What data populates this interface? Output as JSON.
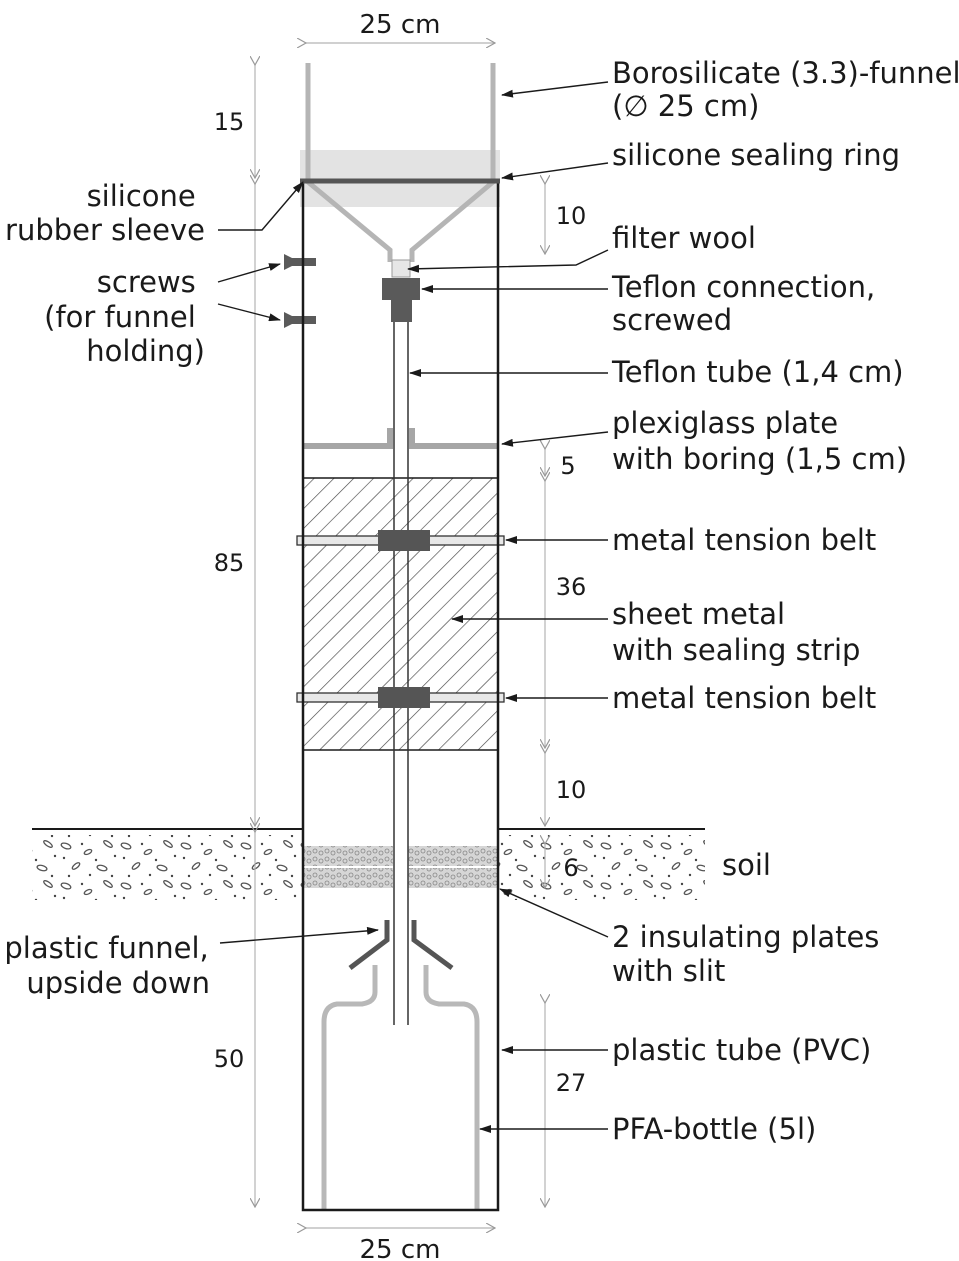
{
  "dimensions": {
    "top_width": "25 cm",
    "bottom_width": "25 cm",
    "left": [
      "15",
      "85",
      "50"
    ],
    "right": [
      "10",
      "5",
      "36",
      "10",
      "6",
      "27"
    ]
  },
  "labels": {
    "funnel": [
      "Borosilicate (3.3)-funnel",
      "(∅ 25 cm)"
    ],
    "sealing_ring": "silicone sealing ring",
    "rubber_sleeve": [
      "silicone",
      "rubber sleeve"
    ],
    "filter_wool": "filter wool",
    "teflon_connection": [
      "Teflon connection,",
      "screwed"
    ],
    "screws": [
      "screws",
      "(for funnel",
      "holding)"
    ],
    "teflon_tube": "Teflon tube (1,4 cm)",
    "plexiglass_plate": [
      "plexiglass plate",
      "with boring (1,5 cm)"
    ],
    "tension_belt_upper": "metal tension belt",
    "sheet_metal": [
      "sheet metal",
      "with sealing strip"
    ],
    "tension_belt_lower": "metal tension belt",
    "soil": "soil",
    "insulating_plates": [
      "2 insulating plates",
      "with slit"
    ],
    "plastic_funnel": [
      "plastic funnel,",
      "upside down"
    ],
    "pvc_tube": "plastic tube (PVC)",
    "pfa_bottle": "PFA-bottle (5l)"
  },
  "colors": {
    "outline": "#1a1a1a",
    "glass": "#bfbfbf",
    "dark_part": "#5a5a5a",
    "dimension": "#b3b3b3"
  }
}
